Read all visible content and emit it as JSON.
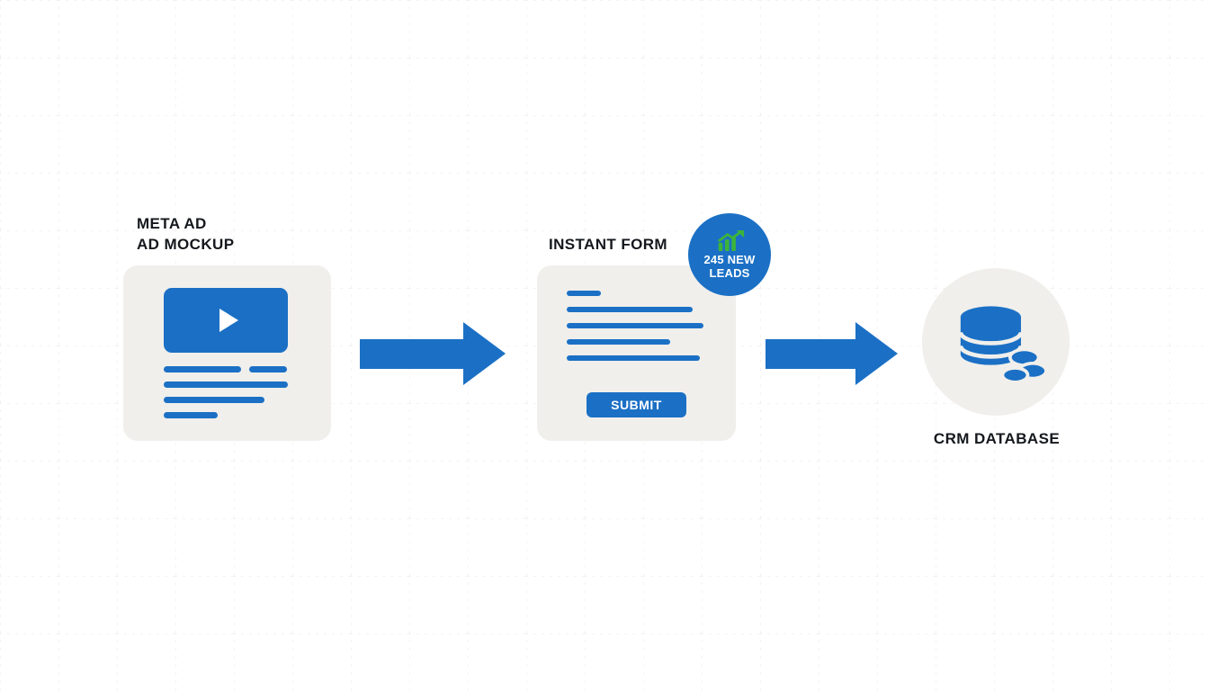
{
  "colors": {
    "accent_blue": "#1b70c5",
    "card_bg": "#f0efec",
    "grid_line": "#e9e7e1",
    "text_dark": "#15181d",
    "green": "#3cb43a",
    "white": "#ffffff"
  },
  "meta_ad": {
    "label_line1": "META AD",
    "label_line2": "AD MOCKUP",
    "video_icon": "play-icon"
  },
  "instant_form": {
    "label": "INSTANT FORM",
    "submit_label": "SUBMIT"
  },
  "leads_badge": {
    "icon": "growth-chart-icon",
    "line1": "245 NEW",
    "line2": "LEADS"
  },
  "flow": {
    "arrow1": "right-arrow",
    "arrow2": "right-arrow"
  },
  "crm": {
    "label": "CRM DATABASE",
    "icon": "database-icon"
  }
}
